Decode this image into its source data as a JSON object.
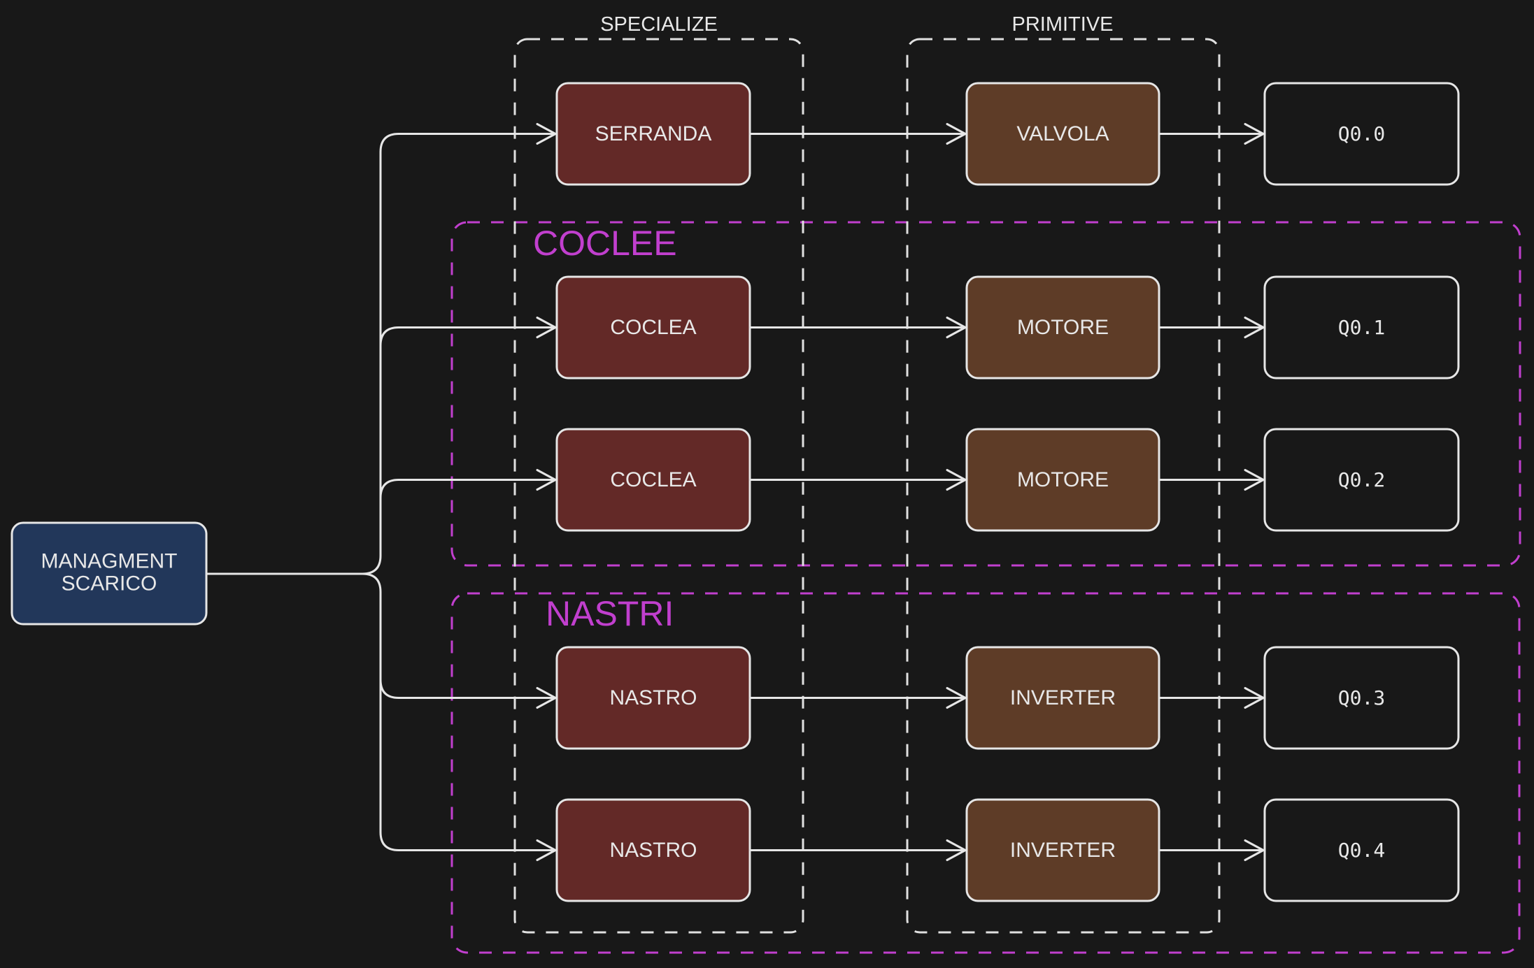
{
  "diagram": {
    "columns": {
      "specialize": {
        "label": "SPECIALIZE"
      },
      "primitive": {
        "label": "PRIMITIVE"
      }
    },
    "groups": {
      "coclee": {
        "label": "COCLEE",
        "color": "#c13fce"
      },
      "nastri": {
        "label": "NASTRI",
        "color": "#c13fce"
      }
    },
    "root": {
      "lines": [
        "MANAGMENT",
        "SCARICO"
      ],
      "fill": "#22375a"
    },
    "colors": {
      "specialize_fill": "#632927",
      "primitive_fill": "#5e3c27",
      "output_fill": "#181818",
      "stroke": "#e6e6e6",
      "background": "#181818"
    },
    "rows": [
      {
        "specialize": "SERRANDA",
        "primitive": "VALVOLA",
        "output": "Q0.0",
        "group": ""
      },
      {
        "specialize": "COCLEA",
        "primitive": "MOTORE",
        "output": "Q0.1",
        "group": "coclee"
      },
      {
        "specialize": "COCLEA",
        "primitive": "MOTORE",
        "output": "Q0.2",
        "group": "coclee"
      },
      {
        "specialize": "NASTRO",
        "primitive": "INVERTER",
        "output": "Q0.3",
        "group": "nastri"
      },
      {
        "specialize": "NASTRO",
        "primitive": "INVERTER",
        "output": "Q0.4",
        "group": "nastri"
      }
    ]
  }
}
